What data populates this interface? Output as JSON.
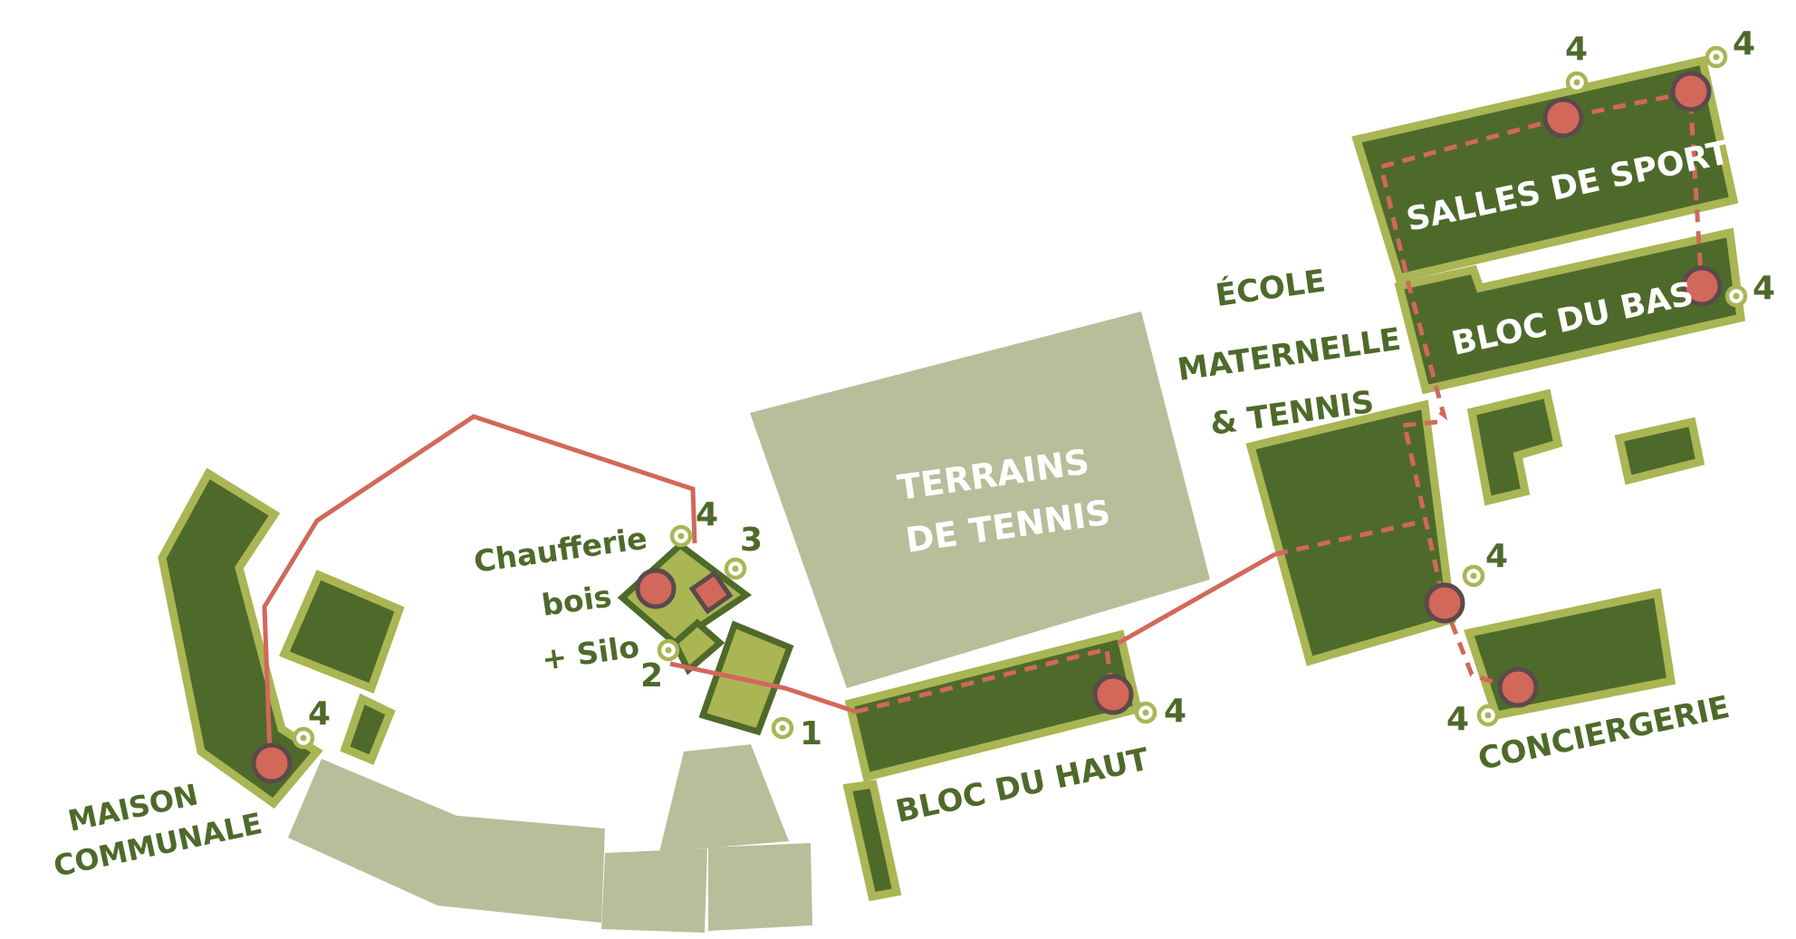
{
  "colors": {
    "building_fill": "#4e6a2a",
    "building_outline": "#aab554",
    "light_area": "#b9bd9a",
    "network_line": "#d2685a",
    "node_fill": "#d2685a",
    "node_ring": "#5a4a4a",
    "meter_ring": "#aab554"
  },
  "labels": {
    "maison_line1": "MAISON",
    "maison_line2": "COMMUNALE",
    "chaufferie_line1": "Chaufferie",
    "chaufferie_line2": "bois",
    "chaufferie_line3": "+ Silo",
    "terrains_line1": "TERRAINS",
    "terrains_line2": "DE TENNIS",
    "bloc_haut": "BLOC DU HAUT",
    "ecole_line1": "ÉCOLE",
    "ecole_line2": "MATERNELLE",
    "ecole_line3": "& TENNIS",
    "salles_sport": "SALLES DE SPORT",
    "bloc_bas": "BLOC DU BAS",
    "conciergerie": "CONCIERGERIE"
  },
  "meters": {
    "maison": "4",
    "chaufferie_top": "4",
    "chaufferie_right": "3",
    "chaufferie_left": "2",
    "silo": "1",
    "bloc_haut": "4",
    "ecole": "4",
    "conciergerie": "4",
    "sport_left": "4",
    "sport_right": "4",
    "bloc_bas": "4"
  }
}
